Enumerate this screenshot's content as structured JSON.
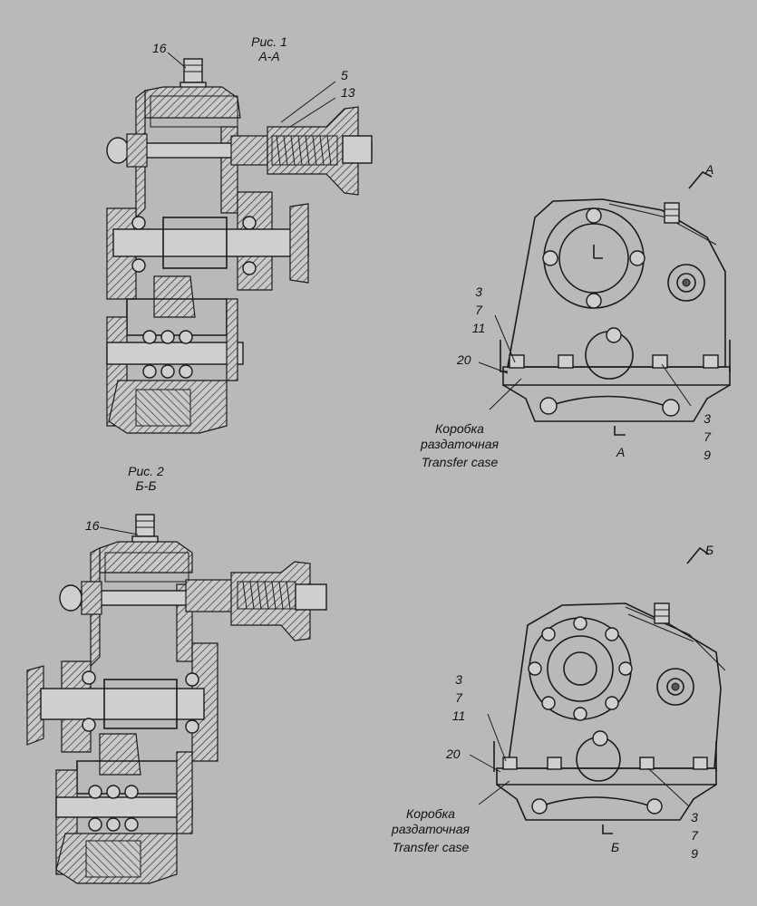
{
  "figure1": {
    "title": "Рис. 1",
    "section": "А-А",
    "callouts": {
      "c16": "16",
      "c5": "5",
      "c13": "13"
    }
  },
  "figure2": {
    "title": "Рис. 2",
    "section": "Б-Б",
    "callouts": {
      "c16": "16"
    }
  },
  "view_a": {
    "section_mark": "А",
    "left_group": [
      "3",
      "7",
      "11"
    ],
    "label_20": "20",
    "right_group": [
      "3",
      "7",
      "9"
    ],
    "caption_ru_1": "Коробка",
    "caption_ru_2": "раздаточная",
    "caption_en": "Transfer case"
  },
  "view_b": {
    "section_mark": "Б",
    "left_group": [
      "3",
      "7",
      "11"
    ],
    "label_20": "20",
    "right_group": [
      "3",
      "7",
      "9"
    ],
    "caption_ru_1": "Коробка",
    "caption_ru_2": "раздаточная",
    "caption_en": "Transfer case"
  },
  "colors": {
    "background": "#b9b9b9",
    "ink": "#1a1a1a"
  }
}
